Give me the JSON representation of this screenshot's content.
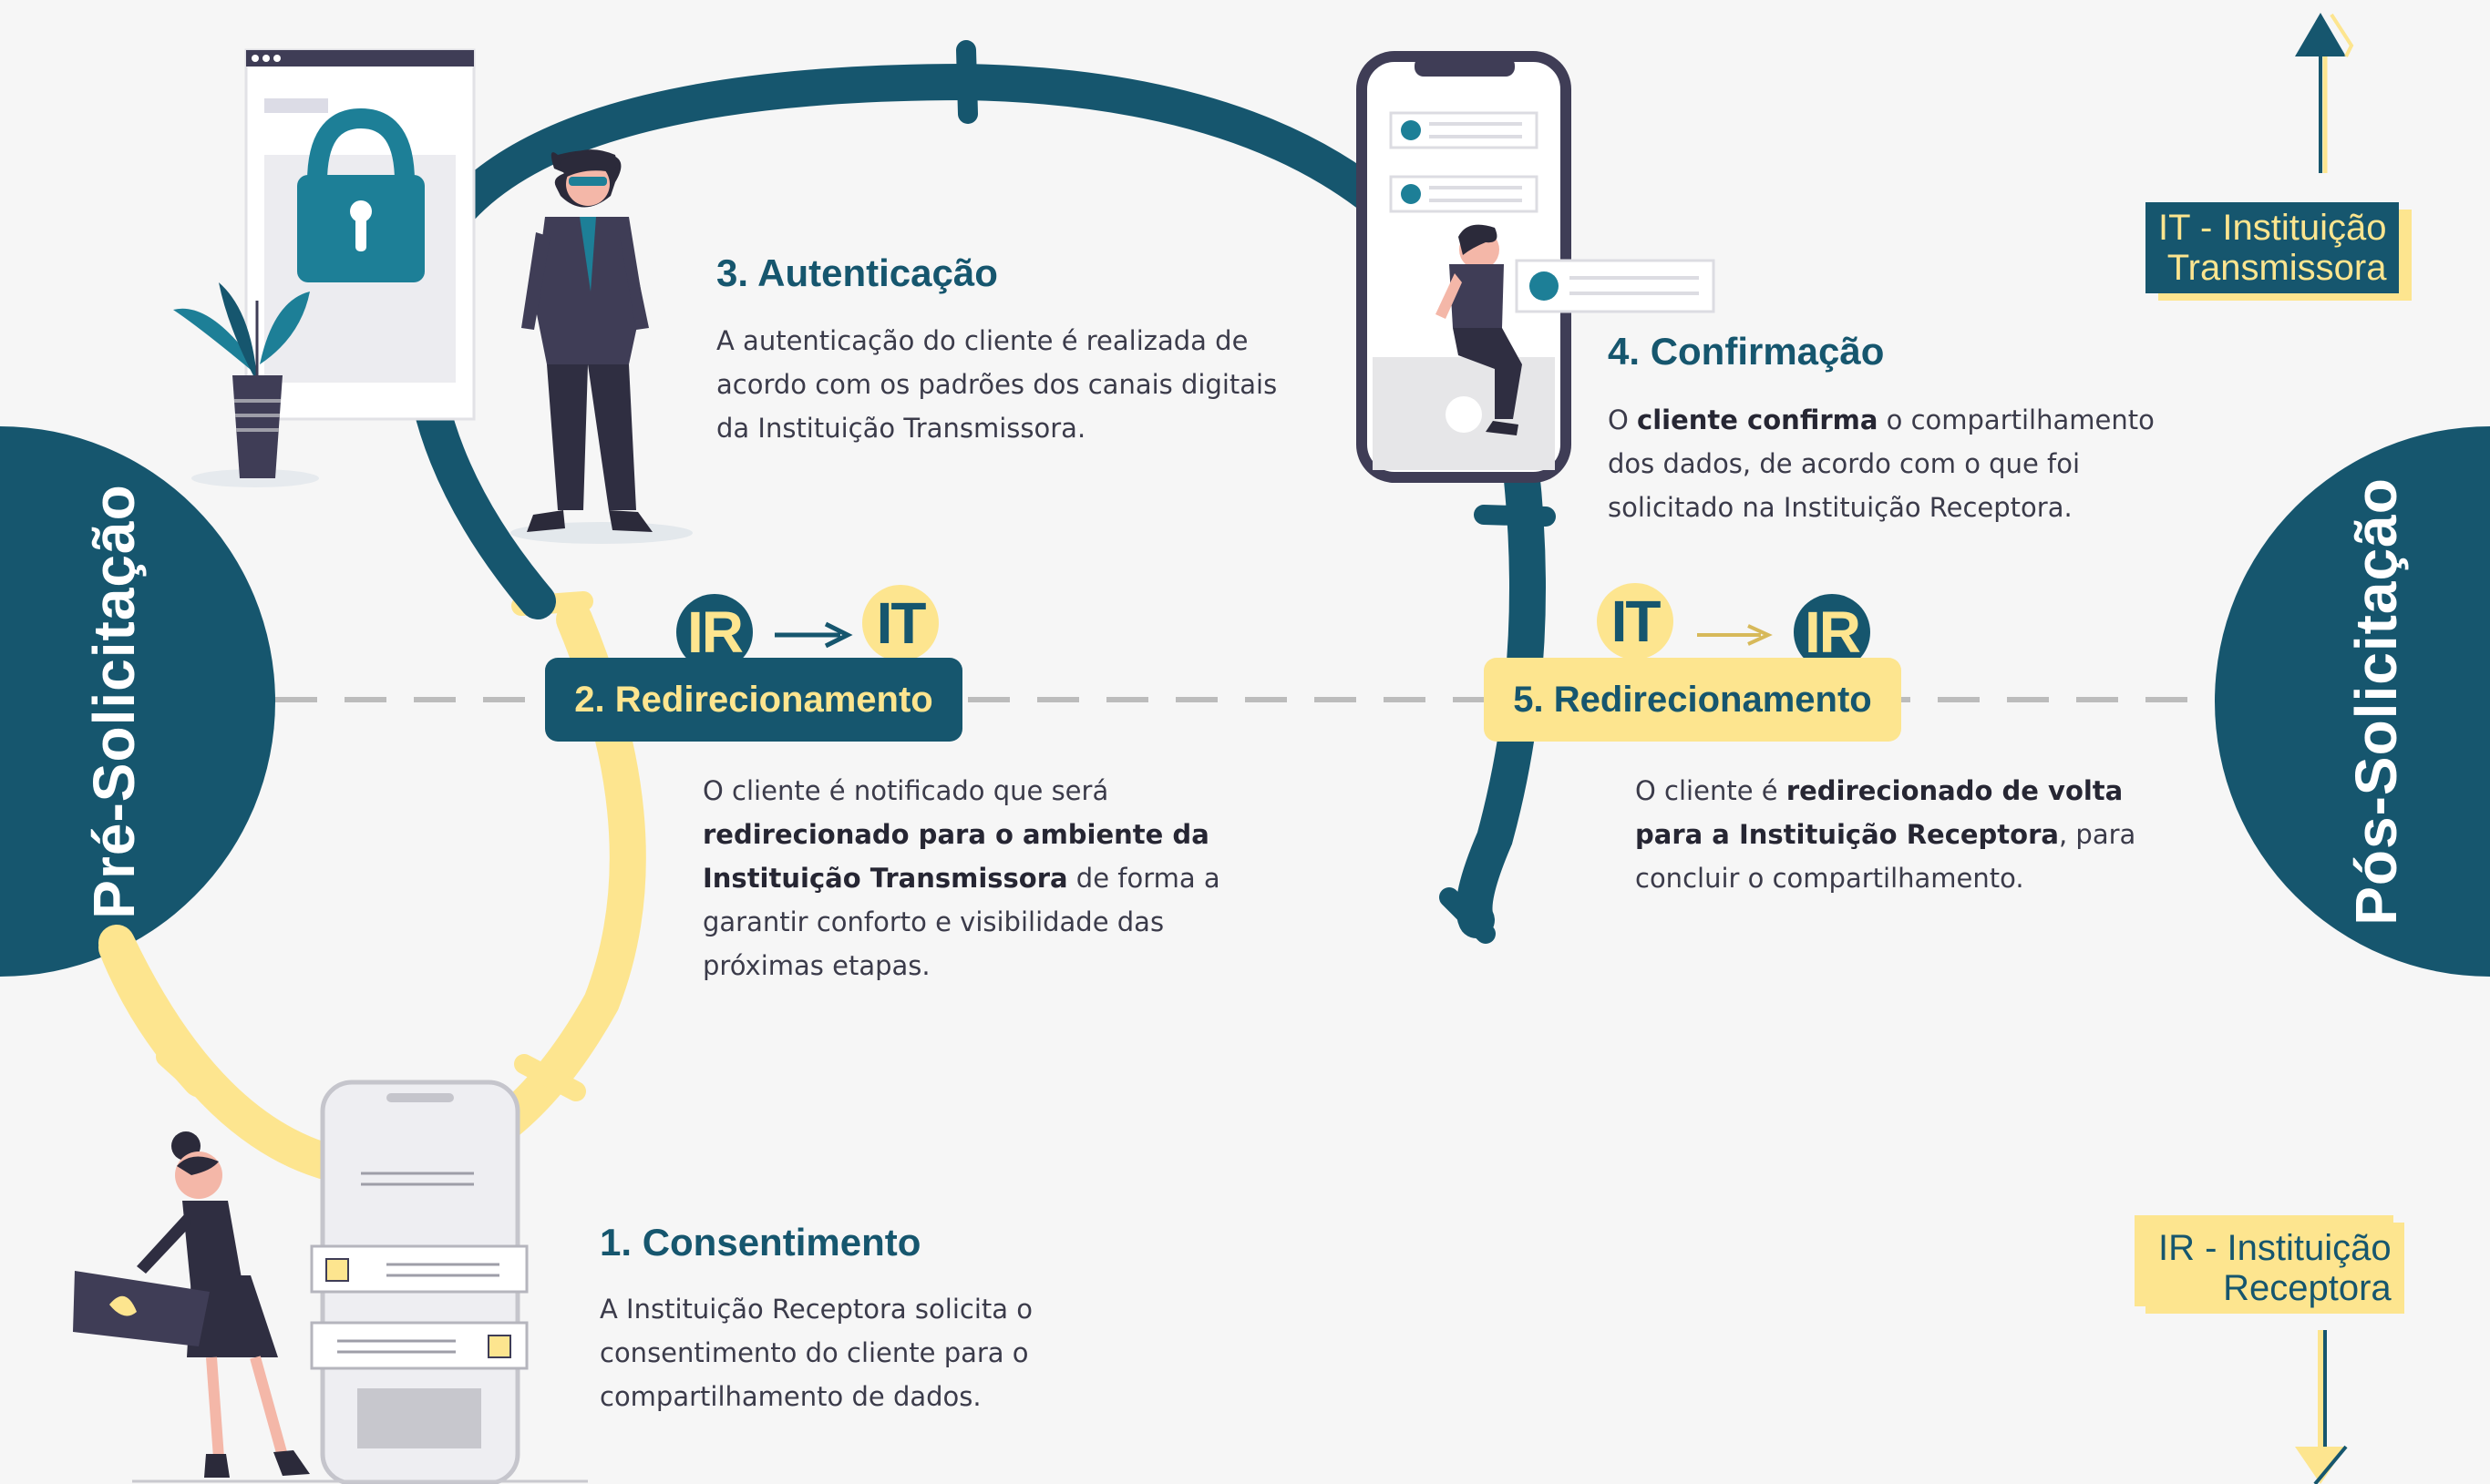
{
  "phases": {
    "pre": "Pré-Solicitação",
    "post": "Pós-Solicitação"
  },
  "steps": [
    {
      "title": "1. Consentimento",
      "text": "A Instituição Receptora solicita o consentimento do cliente para o compartilhamento de dados."
    },
    {
      "title": "2. Redirecionamento",
      "text_plain_1": "O cliente é notificado que será ",
      "text_bold": "redirecionado para o ambiente da Instituição Transmissora",
      "text_plain_2": " de forma a garantir conforto e visibilidade das próximas etapas.",
      "from": "IR",
      "to": "IT"
    },
    {
      "title": "3. Autenticação",
      "text": "A autenticação do cliente é realizada de acordo com os padrões dos canais digitais da Instituição Transmissora."
    },
    {
      "title": "4. Confirmação",
      "text_plain_1": "O ",
      "text_bold": "cliente confirma",
      "text_plain_2": " o compartilhamento dos dados, de acordo com o que foi solicitado na Instituição Receptora."
    },
    {
      "title": "5. Redirecionamento",
      "text_plain_1": "O cliente é ",
      "text_bold": "redirecionado de volta para a Instituição Receptora",
      "text_plain_2": ", para concluir o compartilhamento.",
      "from": "IT",
      "to": "IR"
    }
  ],
  "legend": {
    "it_line1": "IT - Instituição",
    "it_line2": "Transmissora",
    "ir_line1": "IR - Instituição",
    "ir_line2": "Receptora"
  },
  "arrow_glyph": "⟶",
  "colors": {
    "teal": "#16566e",
    "yellow": "#fde58f",
    "background": "#f6f6f6",
    "text": "#3b3b4a",
    "dashed_line": "#bcbcbc"
  },
  "icons": [
    "padlock-browser-icon",
    "plant-icon",
    "businessman-icon",
    "smartphone-checklist-icon",
    "person-sitting-icon",
    "smartphone-form-icon",
    "woman-with-card-icon"
  ]
}
